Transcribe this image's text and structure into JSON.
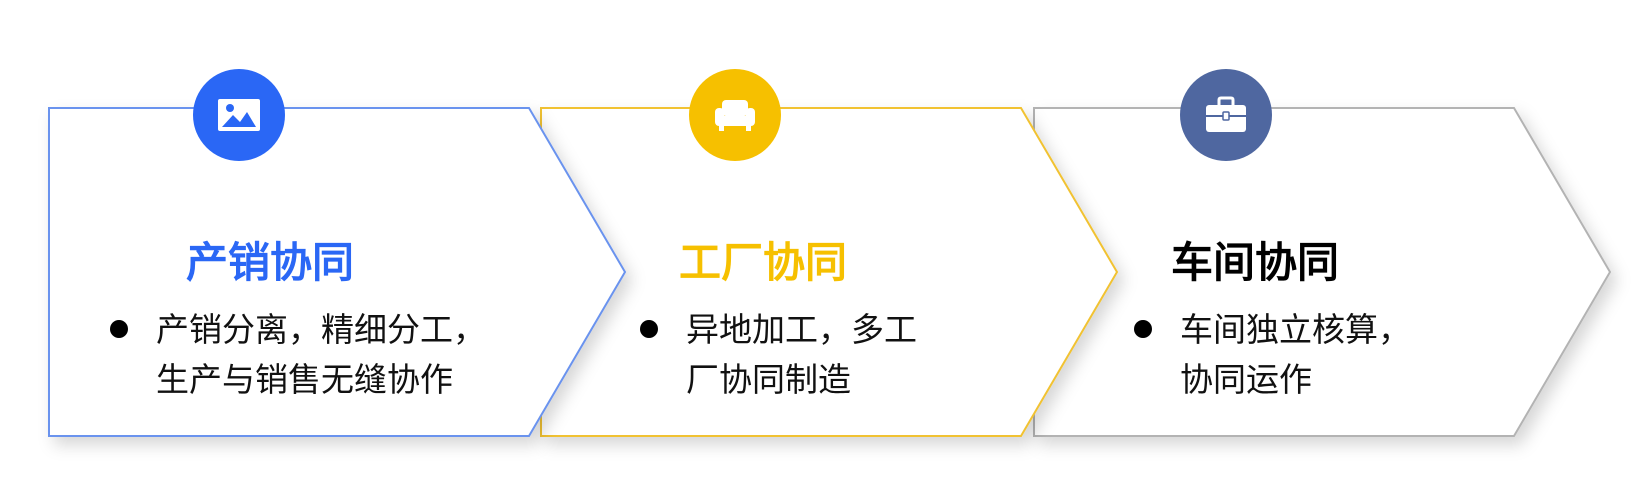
{
  "steps": [
    {
      "title": "产销协同",
      "desc_lines": [
        "产销分离，精细分工，",
        "生产与销售无缝协作"
      ],
      "accent": "#2a67f5",
      "border": "#6b93ee",
      "icon": "image-icon"
    },
    {
      "title": "工厂协同",
      "desc_lines": [
        "异地加工，多工",
        "厂协同制造"
      ],
      "accent": "#f6c000",
      "border": "#f1c232",
      "icon": "sofa-icon"
    },
    {
      "title": "车间协同",
      "desc_lines": [
        "车间独立核算，",
        "协同运作"
      ],
      "accent": "#4f67a0",
      "border": "#b3b3b3",
      "title_color": "#000000",
      "icon": "briefcase-icon"
    }
  ]
}
